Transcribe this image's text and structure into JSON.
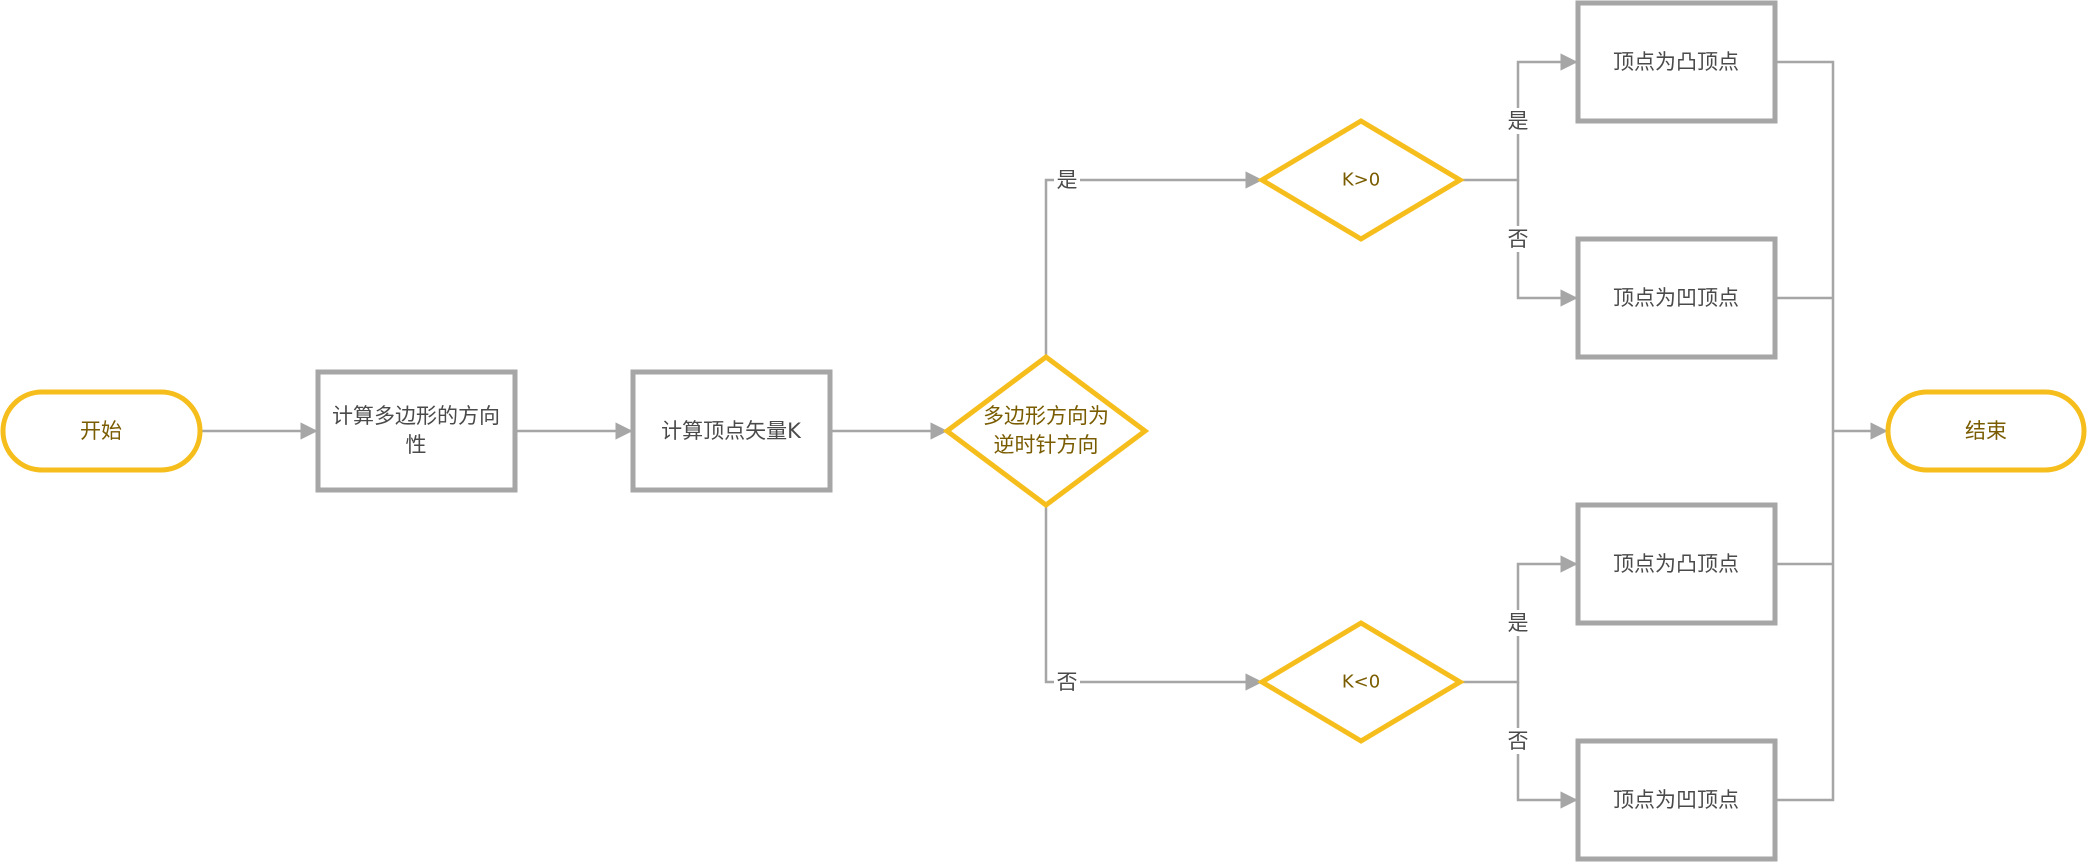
{
  "colors": {
    "accent_yellow": "#f6be1c",
    "box_gray": "#a6a6a6",
    "yellow_text": "#7a5c00",
    "gray_text": "#4a4a4a"
  },
  "nodes": {
    "start": "开始",
    "calc_orientation_line1": "计算多边形的方向",
    "calc_orientation_line2": "性",
    "calc_vector": "计算顶点矢量K",
    "decision_ccw_line1": "多边形方向为",
    "decision_ccw_line2": "逆时针方向",
    "decision_k_gt": "K>0",
    "decision_k_lt": "K<0",
    "convex_top": "顶点为凸顶点",
    "concave_top": "顶点为凹顶点",
    "convex_bottom": "顶点为凸顶点",
    "concave_bottom": "顶点为凹顶点",
    "end": "结束"
  },
  "edge_labels": {
    "ccw_yes": "是",
    "ccw_no": "否",
    "kgt_yes": "是",
    "kgt_no": "否",
    "klt_yes": "是",
    "klt_no": "否"
  }
}
